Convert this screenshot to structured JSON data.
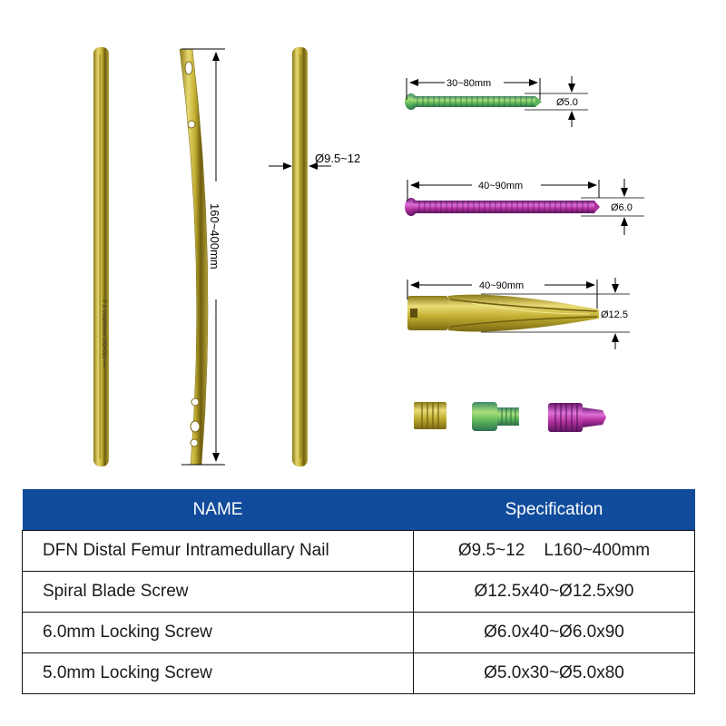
{
  "illustration": {
    "nail_length_label": "160~400mm",
    "nail_diameter_label": "Ø9.5~12",
    "screw_5_length_label": "30~80mm",
    "screw_5_diameter_label": "Ø5.0",
    "screw_6_length_label": "40~90mm",
    "screw_6_diameter_label": "Ø6.0",
    "blade_length_label": "40~90mm",
    "blade_diameter_label": "Ø12.5",
    "colors": {
      "gold": "#C9B63A",
      "green": "#6FBF5A",
      "magenta": "#B0309C"
    }
  },
  "table": {
    "header_color": "#104B9C",
    "columns": [
      "NAME",
      "Specification"
    ],
    "rows": [
      {
        "name": "DFN Distal Femur Intramedullary Nail",
        "spec": "Ø9.5~12    L160~400mm"
      },
      {
        "name": "Spiral Blade Screw",
        "spec": "Ø12.5x40~Ø12.5x90"
      },
      {
        "name": "6.0mm Locking Screw",
        "spec": "Ø6.0x40~Ø6.0x90"
      },
      {
        "name": "5.0mm Locking Screw",
        "spec": "Ø5.0x30~Ø5.0x80"
      }
    ]
  }
}
